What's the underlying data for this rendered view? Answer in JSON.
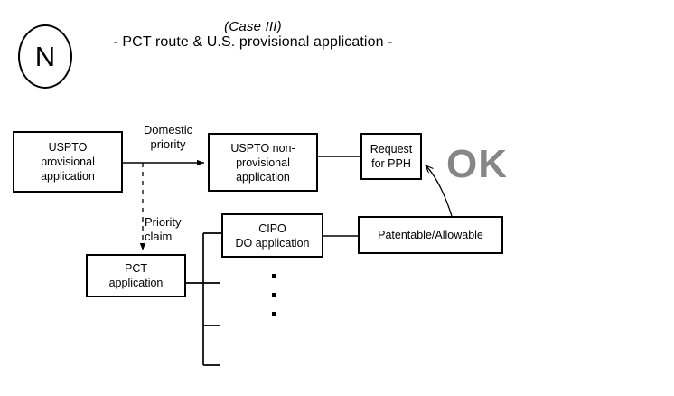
{
  "header": {
    "badge": "N",
    "case_label": "(Case III)",
    "subtitle": "- PCT route & U.S. provisional application -"
  },
  "diagram": {
    "type": "flowchart",
    "boxes": [
      {
        "id": "uspto-provisional",
        "lines": [
          "USPTO",
          "provisional",
          "application"
        ]
      },
      {
        "id": "uspto-non-provisional",
        "lines": [
          "USPTO non-",
          "provisional",
          "application"
        ]
      },
      {
        "id": "request-for-pph",
        "lines": [
          "Request",
          "for PPH"
        ]
      },
      {
        "id": "cipo-do-application",
        "lines": [
          "CIPO",
          "DO application"
        ]
      },
      {
        "id": "patentable-allowable",
        "lines": [
          "Patentable/Allowable"
        ]
      },
      {
        "id": "pct-application",
        "lines": [
          "PCT",
          "application"
        ]
      }
    ],
    "edge_labels": {
      "domestic_priority": "Domestic\npriority",
      "priority_claim": "Priority\nclaim"
    },
    "status_label": "OK",
    "status_color": "#868686",
    "continuation_dots": 3
  },
  "box_text": {
    "uspto_provisional_l1": "USPTO",
    "uspto_provisional_l2": "provisional",
    "uspto_provisional_l3": "application",
    "uspto_nonprov_l1": "USPTO non-",
    "uspto_nonprov_l2": "provisional",
    "uspto_nonprov_l3": "application",
    "request_pph_l1": "Request",
    "request_pph_l2": "for PPH",
    "cipo_l1": "CIPO",
    "cipo_l2": "DO application",
    "patentable_l1": "Patentable/Allowable",
    "pct_l1": "PCT",
    "pct_l2": "application"
  }
}
